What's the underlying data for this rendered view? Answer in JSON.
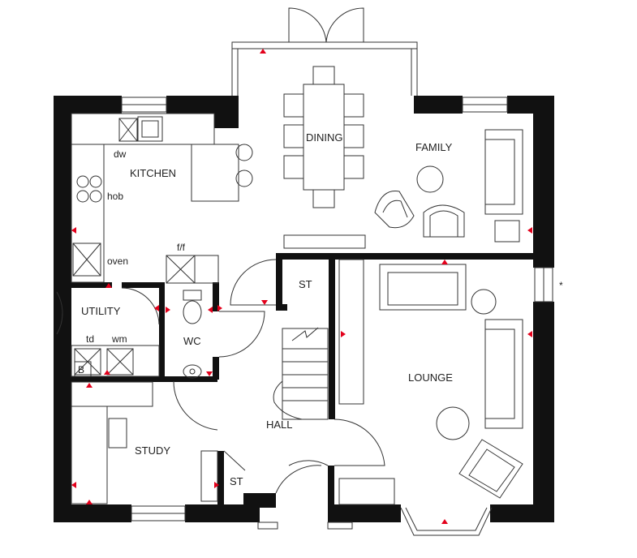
{
  "rooms": {
    "kitchen": "KITCHEN",
    "dining": "DINING",
    "family": "FAMILY",
    "utility": "UTILITY",
    "wc": "WC",
    "st_upper": "ST",
    "st_lower": "ST",
    "lounge": "LOUNGE",
    "hall": "HALL",
    "study": "STUDY"
  },
  "appliances": {
    "dw": "dw",
    "hob": "hob",
    "oven": "oven",
    "ff": "f/f",
    "td": "td",
    "wm": "wm",
    "boiler": "B"
  },
  "note_mark": "*",
  "colors": {
    "wall": "#111111",
    "marker": "#e3001b",
    "line": "#333333"
  }
}
